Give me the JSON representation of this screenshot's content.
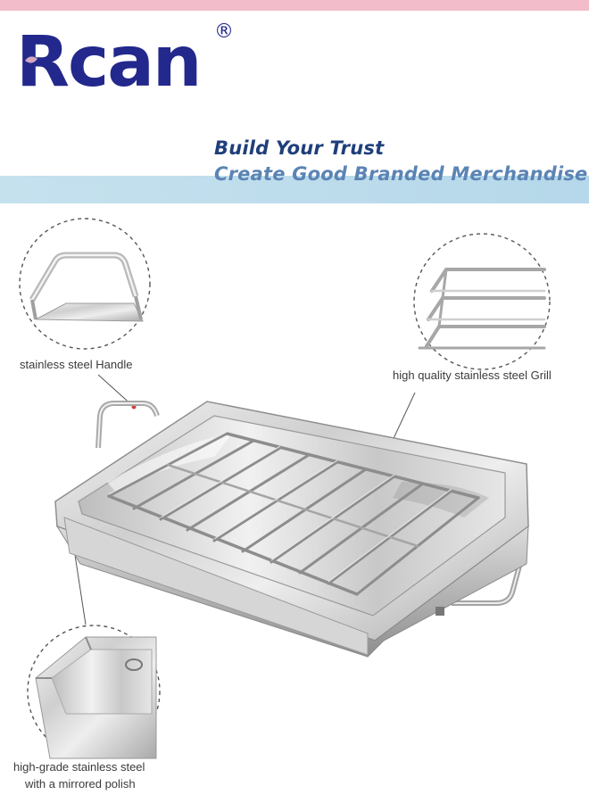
{
  "brand": {
    "name": "Rcan",
    "registered_mark": "®",
    "colors": {
      "primary": "#23288c",
      "accent": "#f2bccb",
      "band": "#b5d8ea"
    }
  },
  "slogan": {
    "line1": "Build Your Trust",
    "line2": "Create Good Branded Merchandise"
  },
  "callouts": {
    "handle": {
      "label": "stainless steel Handle",
      "icon": "handle-detail"
    },
    "grill": {
      "label": "high quality stainless steel Grill",
      "icon": "grill-detail"
    },
    "polish": {
      "label_line1": "high-grade stainless steel",
      "label_line2": "with a mirrored polish",
      "icon": "mirror-polish-detail"
    }
  }
}
